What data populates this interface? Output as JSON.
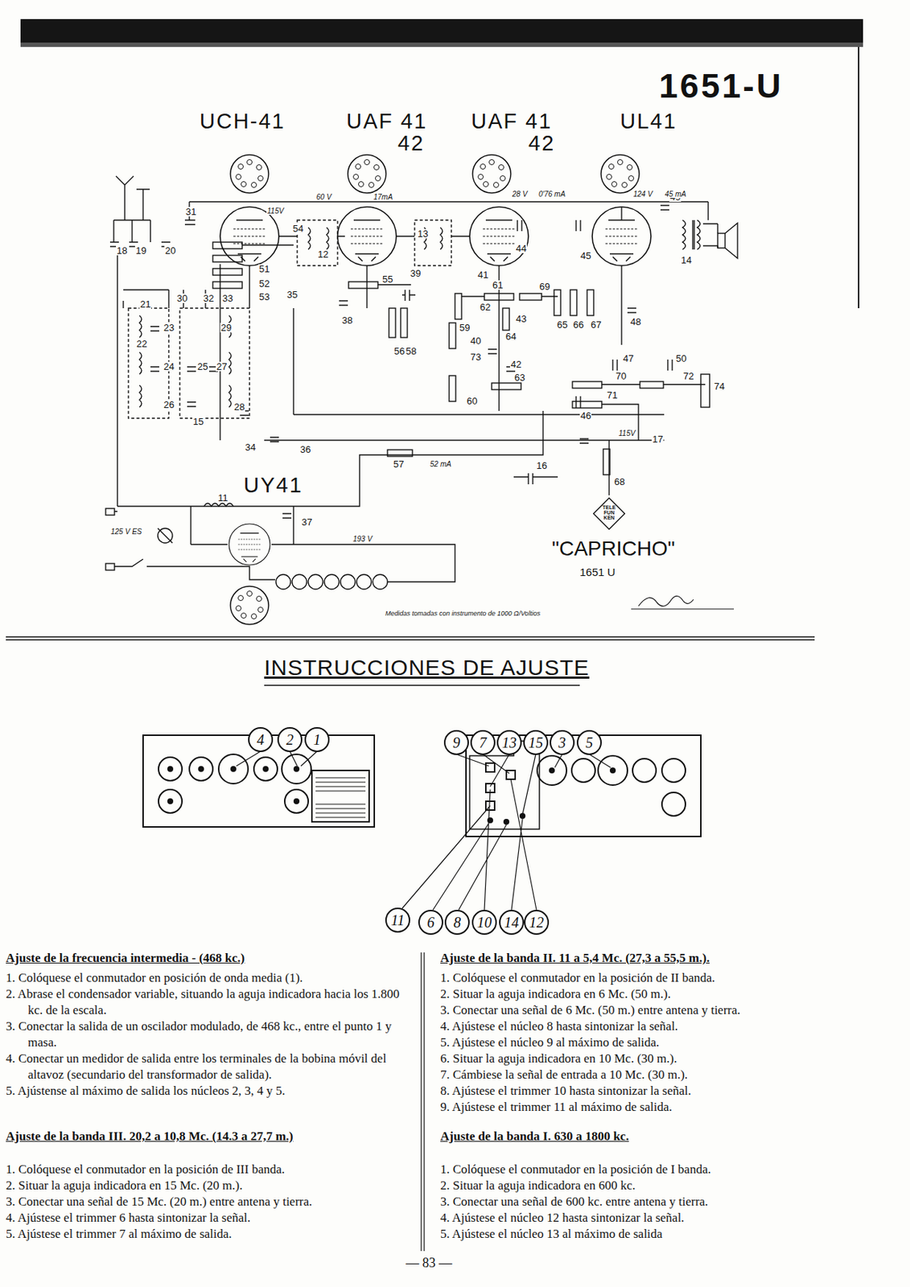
{
  "diagram": {
    "title": "1651-U",
    "nodes": [
      {
        "text": [
          "4"
        ]
      },
      {
        "text": [
          "2"
        ]
      },
      {
        "text": [
          "1"
        ]
      },
      {
        "text": [
          "9"
        ]
      },
      {
        "text": [
          "7"
        ]
      },
      {
        "text": [
          "13"
        ]
      },
      {
        "text": [
          "15"
        ]
      },
      {
        "text": [
          "3"
        ]
      },
      {
        "text": [
          "5"
        ]
      },
      {
        "text": [
          "11"
        ]
      },
      {
        "text": [
          "6"
        ]
      },
      {
        "text": [
          "8"
        ]
      },
      {
        "text": [
          "10"
        ]
      },
      {
        "text": [
          "14"
        ]
      },
      {
        "text": [
          "12"
        ]
      }
    ],
    "labels": [
      "UCH-41",
      "UAF 41",
      "42",
      "UAF 41",
      "42",
      "UL41",
      "UY41",
      "18",
      "19",
      "20",
      "31",
      "21",
      "30",
      "32",
      "33",
      "22",
      "23",
      "29",
      "24",
      "25",
      "27",
      "26",
      "28",
      "15",
      "34",
      "35",
      "51",
      "52",
      "53",
      "54",
      "12",
      "55",
      "38",
      "56",
      "58",
      "36",
      "57",
      "39",
      "13",
      "41",
      "44",
      "61",
      "62",
      "69",
      "59",
      "64",
      "43",
      "40",
      "73",
      "42",
      "63",
      "60",
      "45",
      "65",
      "66",
      "67",
      "49",
      "14",
      "48",
      "47",
      "70",
      "50",
      "72",
      "71",
      "46",
      "74",
      "17",
      "68",
      "16",
      "11",
      "37",
      "60 V",
      "17mA",
      "115V",
      "28 V",
      "0'76 mA",
      "124 V",
      "45 mA",
      "115V",
      "52 mA",
      "193 V",
      "125 V ES",
      "\"CAPRICHO\"",
      "1651 U",
      "TELE FUN KEN",
      "Medidas tomadas con instrumento de 1000 Ω/Voltios",
      "INSTRUCCIONES DE AJUSTE",
      "Ajuste de la frecuencia intermedia - (468 kc.)",
      "1. Colóquese el conmutador en posición de onda media (1).",
      "2. Abrase el condensador variable, situando la aguja indicadora hacia los 1.800 kc. de la escala.",
      "3. Conectar la salida de un oscilador modulado, de 468 kc., entre el punto 1 y masa.",
      "4. Conectar un medidor de salida entre los terminales de la bobina móvil del altavoz (secundario del transformador de salida).",
      "5. Ajústense al máximo de salida los núcleos 2, 3, 4 y 5.",
      "Ajuste de la banda III. 20,2 a 10,8 Mc. (14.3 a 27,7 m.)",
      "1. Colóquese el conmutador en la posición de III banda.",
      "2. Situar la aguja indicadora en 15 Mc. (20 m.).",
      "3. Conectar una señal de 15 Mc. (20 m.) entre antena y tierra.",
      "4. Ajústese el trimmer 6 hasta sintonizar la señal.",
      "5. Ajústese el trimmer 7 al máximo de salida.",
      "Ajuste de la banda II. 11 a 5,4 Mc. (27,3 a 55,5 m.).",
      "1. Colóquese el conmutador en la posición de II banda.",
      "2. Situar la aguja indicadora en 6 Mc. (50 m.).",
      "3. Conectar una señal de 6 Mc. (50 m.) entre antena y tierra.",
      "4. Ajústese el núcleo 8 hasta sintonizar la señal.",
      "5. Ajústese el núcleo 9 al máximo de salida.",
      "6. Situar la aguja indicadora en 10 Mc. (30 m.).",
      "7. Cámbiese la señal de entrada a 10 Mc. (30 m.).",
      "8. Ajústese el trimmer 10 hasta sintonizar la señal.",
      "9. Ajústese el trimmer 11 al máximo de salida.",
      "Ajuste de la banda I. 630 a 1800 kc.",
      "1. Colóquese el conmutador en la posición de I banda.",
      "2. Situar la aguja indicadora en 600 kc.",
      "3. Conectar una señal de 600 kc. entre antena y tierra.",
      "4. Ajústese el núcleo 12 hasta sintonizar la señal.",
      "5. Ajústese el núcleo 13 al máximo de salida",
      "— 83 —"
    ]
  }
}
